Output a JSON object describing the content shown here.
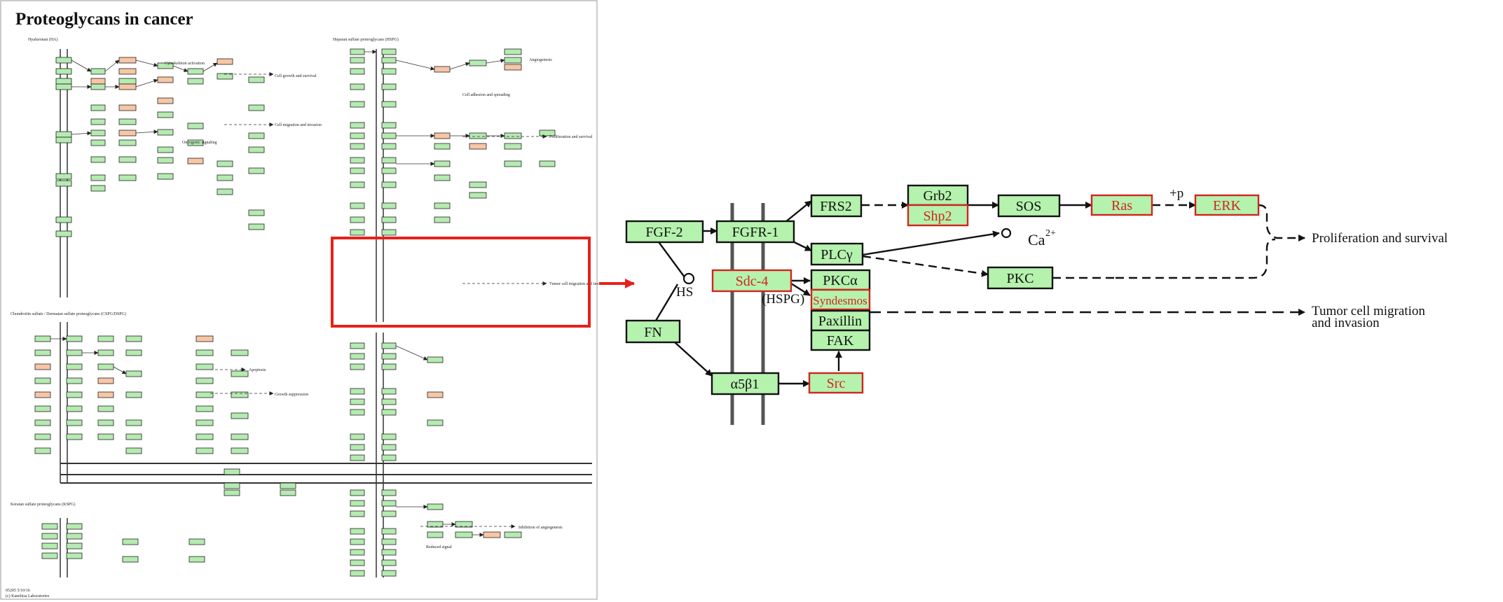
{
  "overview": {
    "title": "Proteoglycans in cancer",
    "footer": [
      "05205 5/10/16",
      "(c) Kanehisa Laboratories"
    ],
    "section_labels": [
      "Hyaluronan (HA)",
      "Heparan sulfate proteoglycans (HSPG)",
      "Chondroitin sulfate / Dermatan sulfate proteoglycans (CSPG/DSPG)",
      "Keratan sulfate proteoglycans (KSPG)"
    ],
    "outcomes": [
      "Cell growth and survival",
      "Cytoskeleton activation",
      "Cell migration and invasion",
      "Oncogenic signaling",
      "Angiogenesis",
      "Cell adhesion and spreading",
      "Proliferation and survival",
      "Tumor cell migration and invasion",
      "Apoptosis",
      "Growth suppression",
      "Inhibition of angiogenesis",
      "Reduced signal"
    ]
  },
  "zoom": {
    "nodes": {
      "fgf2": "FGF-2",
      "fgfr1": "FGFR-1",
      "frs2": "FRS2",
      "grb2": "Grb2",
      "shp2": "Shp2",
      "sos": "SOS",
      "ras": "Ras",
      "erk": "ERK",
      "plcg": "PLCγ",
      "ca": "Ca",
      "ca_sup": "2+",
      "pkc": "PKC",
      "sdc4": "Sdc-4",
      "hs": "HS",
      "hspg": "(HSPG)",
      "pkca": "PKCα",
      "syndesmos": "Syndesmos",
      "paxillin": "Paxillin",
      "fak": "FAK",
      "fn": "FN",
      "a5b1": "α5β1",
      "src": "Src",
      "phos": "+p"
    },
    "outcome_1": "Proliferation and survival",
    "outcome_2_line1": "Tumor cell migration",
    "outcome_2_line2": "and invasion"
  },
  "colors": {
    "gene_fill": "#b5f2ad",
    "highlight_red": "#d0261e",
    "callout_red": "#e8201a",
    "membrane_gray": "#555555"
  }
}
